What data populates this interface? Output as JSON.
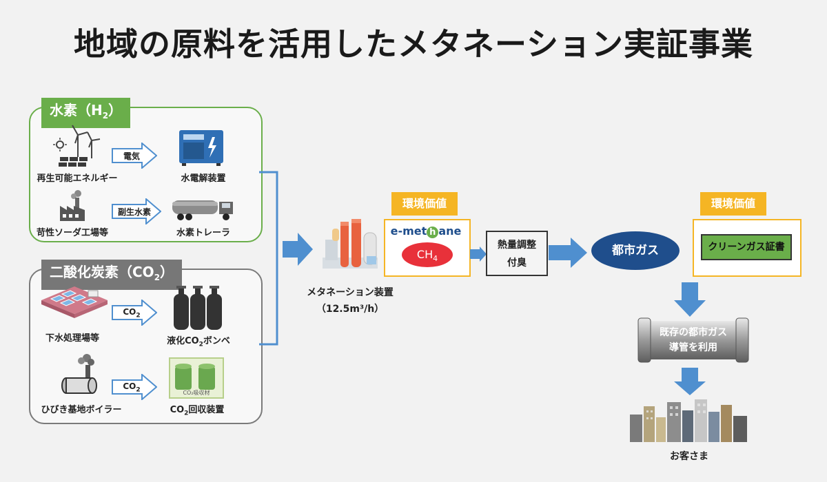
{
  "title": "地域の原料を活用したメタネーション実証事業",
  "hydrogen": {
    "tag": "水素（H",
    "tag_sub": "2",
    "tag_close": "）",
    "row1": {
      "source": "再生可能エネルギー",
      "arrow": "電気",
      "target": "水電解装置"
    },
    "row2": {
      "source": "苛性ソーダ工場等",
      "arrow": "副生水素",
      "target": "水素トレーラ"
    }
  },
  "co2": {
    "tag": "二酸化炭素（CO",
    "tag_sub": "2",
    "tag_close": "）",
    "row1": {
      "source": "下水処理場等",
      "arrow": "CO",
      "arrow_sub": "2",
      "target_pre": "液化CO",
      "target_sub": "2",
      "target_post": "ボンベ"
    },
    "row2": {
      "source": "ひびき基地ボイラー",
      "arrow": "CO",
      "arrow_sub": "2",
      "target_pre": "CO",
      "target_sub": "2",
      "target_post": "回収装置",
      "device_text": "CO₂吸収材"
    }
  },
  "methanation": {
    "label": "メタネーション装置",
    "capacity": "（12.5m³/h）"
  },
  "value_left": "環境価値",
  "emethane": {
    "logo_pre": "e-met",
    "logo_h": "h",
    "logo_post": "ane",
    "ch4": "CH",
    "ch4_sub": "4"
  },
  "adjust": {
    "line1": "熱量調整",
    "line2": "付臭"
  },
  "city_gas": "都市ガス",
  "value_right": "環境価値",
  "certificate": "クリーンガス証書",
  "pipe": {
    "line1": "既存の都市ガス",
    "line2": "導管を利用"
  },
  "customers": "お客さま",
  "colors": {
    "green": "#6aae4a",
    "gray": "#777777",
    "gold": "#f5b524",
    "blue": "#4f8fcf",
    "navy": "#1f4e8c",
    "red": "#e8313a"
  }
}
